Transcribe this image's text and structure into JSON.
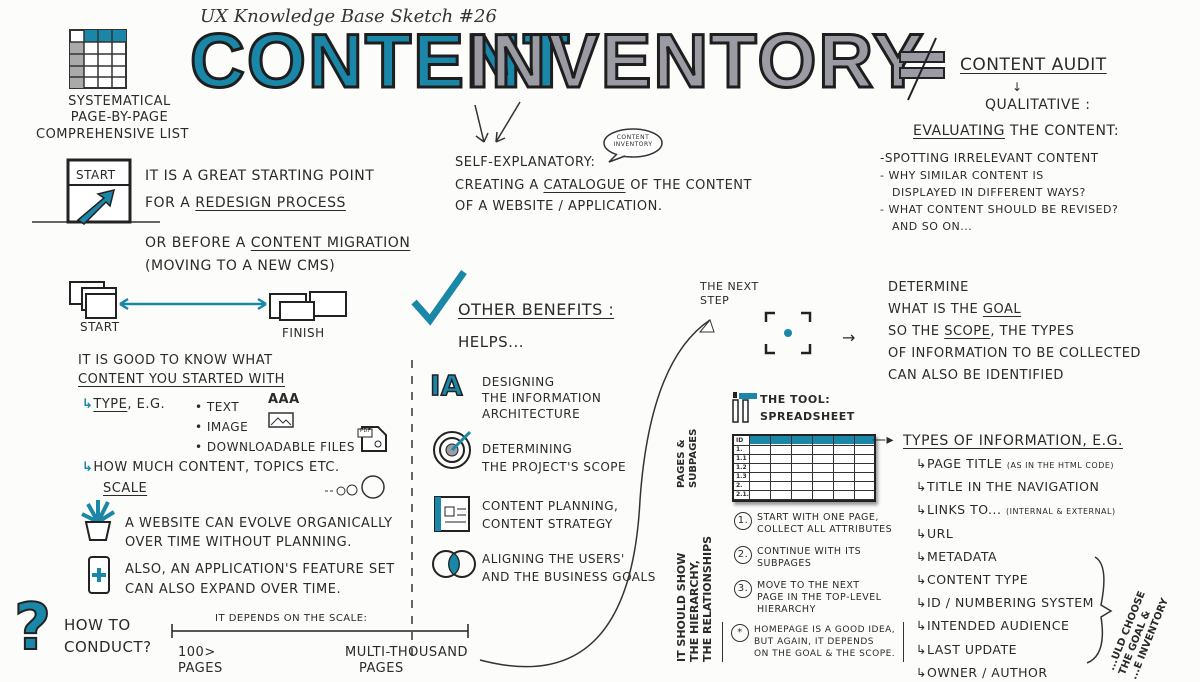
{
  "header": {
    "subtitle": "UX Knowledge Base Sketch #26",
    "title_part1": "CONTENT",
    "title_part2": "INVENTORY"
  },
  "colors": {
    "accent": "#1b87a8",
    "grey": "#9a9ba3",
    "ink": "#2a2a2a"
  },
  "intro": {
    "lines": [
      "SYSTEMATICAL",
      "PAGE-BY-PAGE",
      "COMPREHENSIVE LIST"
    ]
  },
  "start": {
    "door_label": "START",
    "line1": "IT IS A GREAT STARTING POINT",
    "line2_prefix": "FOR A ",
    "line2_link": "REDESIGN PROCESS",
    "line3_prefix": "OR BEFORE A ",
    "line3_link": "CONTENT MIGRATION",
    "line4": "(MOVING TO A NEW CMS)",
    "start_label": "START",
    "finish_label": "FINISH"
  },
  "definition": {
    "bubble": "CONTENT INVENTORY",
    "line1": "SELF-EXPLANATORY:",
    "line2_prefix": "CREATING A ",
    "line2_link": "CATALOGUE",
    "line2_suffix": " OF THE CONTENT",
    "line3": "OF A WEBSITE / APPLICATION."
  },
  "audit": {
    "title": "CONTENT AUDIT",
    "qualitative": "QUALITATIVE :",
    "evaluating": "EVALUATING",
    "evaluating_suffix": " THE CONTENT:",
    "items": [
      "-SPOTTING IRRELEVANT CONTENT",
      "- WHY SIMILAR CONTENT IS",
      "DISPLAYED IN DIFFERENT WAYS?",
      "- WHAT CONTENT SHOULD BE REVISED?",
      "AND SO ON..."
    ]
  },
  "know": {
    "line1": "IT IS GOOD TO KNOW WHAT",
    "line2": "CONTENT YOU STARTED WITH",
    "type_label": "TYPE",
    "type_suffix": ", E.G.",
    "types": [
      "• TEXT",
      "• IMAGE",
      "• DOWNLOADABLE FILES"
    ],
    "text_icon": "AAA",
    "file_icon": "PDF",
    "how_much": "HOW MUCH CONTENT, TOPICS ETC.",
    "scale": "SCALE",
    "evolve1": "A WEBSITE CAN EVOLVE ORGANICALLY",
    "evolve2": "OVER TIME WITHOUT PLANNING.",
    "app1": "ALSO, AN APPLICATION'S FEATURE SET",
    "app2": "CAN ALSO EXPAND OVER TIME."
  },
  "conduct": {
    "question": "?",
    "label1": "HOW TO",
    "label2": "CONDUCT?",
    "depends": "IT DEPENDS ON THE SCALE:",
    "low1": "100>",
    "low2": "PAGES",
    "high1": "MULTI-THOUSAND",
    "high2": "PAGES"
  },
  "benefits": {
    "title": "OTHER BENEFITS :",
    "helps": "HELPS...",
    "ia_icon": "IA",
    "items": [
      {
        "l1": "DESIGNING",
        "l2": "THE INFORMATION",
        "l3": "ARCHITECTURE"
      },
      {
        "l1": "DETERMINING",
        "l2": "THE PROJECT'S SCOPE"
      },
      {
        "l1": "CONTENT PLANNING,",
        "l2": "CONTENT STRATEGY"
      },
      {
        "l1": "ALIGNING THE USERS'",
        "l2": "AND THE BUSINESS GOALS"
      }
    ]
  },
  "next": {
    "line1": "THE NEXT",
    "line2": "STEP"
  },
  "goal": {
    "l1": "DETERMINE",
    "l2_prefix": "WHAT IS THE ",
    "l2_link": "GOAL",
    "l3_prefix": "SO THE ",
    "l3_link": "SCOPE",
    "l3_suffix": ", THE TYPES",
    "l4": "OF INFORMATION TO BE COLLECTED",
    "l5": "CAN ALSO BE IDENTIFIED"
  },
  "tool": {
    "l1": "THE TOOL:",
    "l2": "SPREADSHEET",
    "rows": [
      "ID",
      "1.",
      "1.1",
      "1.2",
      "1.3",
      "2.",
      "2.1."
    ]
  },
  "pages_label": "PAGES & SUBPAGES",
  "hierarchy_label": [
    "IT SHOULD SHOW",
    "THE HIERARCHY,",
    "THE RELATIONSHIPS"
  ],
  "steps": [
    {
      "n": "1.",
      "l1": "START WITH ONE PAGE,",
      "l2": "COLLECT ALL ATTRIBUTES"
    },
    {
      "n": "2.",
      "l1": "CONTINUE WITH ITS",
      "l2": "SUBPAGES"
    },
    {
      "n": "3.",
      "l1": "MOVE TO THE NEXT",
      "l2": "PAGE IN THE TOP-LEVEL",
      "l3": "HIERARCHY"
    }
  ],
  "note": {
    "n": "*",
    "l1": "HOMEPAGE IS A GOOD IDEA,",
    "l2": "BUT AGAIN, IT DEPENDS",
    "l3": "ON THE GOAL & THE SCOPE."
  },
  "types": {
    "title": "TYPES OF INFORMATION, E.G.",
    "items": [
      {
        "label": "PAGE TITLE",
        "note": "(AS IN THE HTML CODE)"
      },
      {
        "label": "TITLE IN THE NAVIGATION",
        "note": ""
      },
      {
        "label": "LINKS TO...",
        "note": "(INTERNAL & EXTERNAL)"
      },
      {
        "label": "URL",
        "note": ""
      },
      {
        "label": "METADATA",
        "note": ""
      },
      {
        "label": "CONTENT TYPE",
        "note": ""
      },
      {
        "label": "ID / NUMBERING SYSTEM",
        "note": ""
      },
      {
        "label": "INTENDED AUDIENCE",
        "note": ""
      },
      {
        "label": "LAST UPDATE",
        "note": ""
      },
      {
        "label": "OWNER / AUTHOR",
        "note": ""
      }
    ]
  },
  "choose_label": [
    "...ULD CHOOSE",
    "THE GOAL &",
    "...E INVENTORY"
  ]
}
